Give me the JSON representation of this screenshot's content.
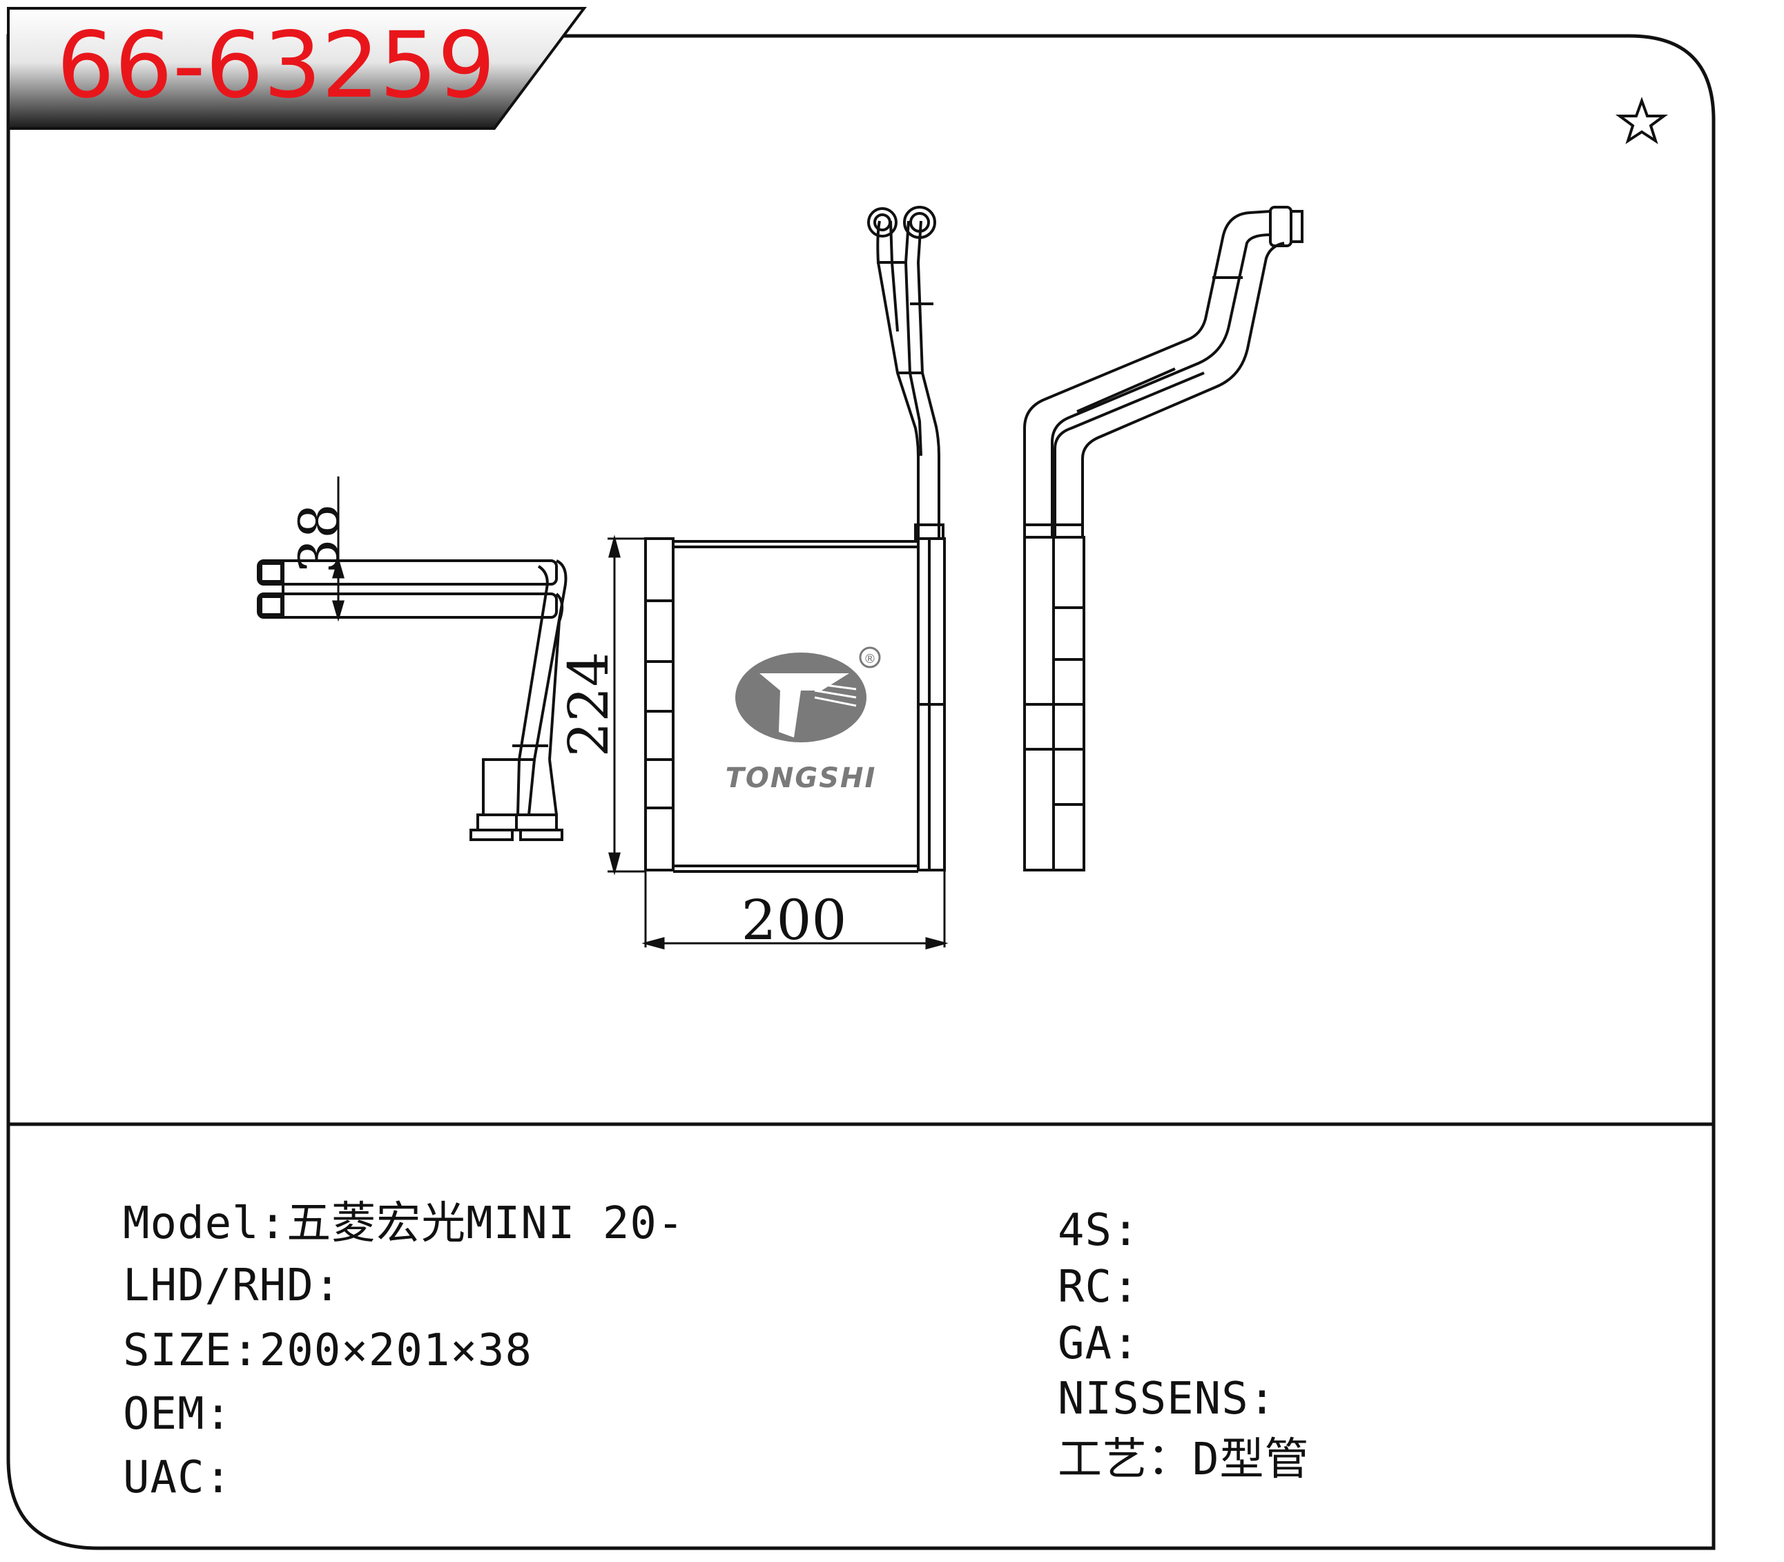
{
  "part_number": "66-63259",
  "logo_text": "TONGSHI",
  "registered_mark": "®",
  "star_icon": "star-outline-icon",
  "dimensions": {
    "thickness": "38",
    "height": "224",
    "width": "200"
  },
  "specs_left": [
    {
      "key": "Model",
      "sep": ":",
      "value": "五菱宏光MINI 20-"
    },
    {
      "key": "LHD/RHD",
      "sep": ":",
      "value": ""
    },
    {
      "key": "SIZE",
      "sep": ":",
      "value": "200×201×38"
    },
    {
      "key": "OEM",
      "sep": ":",
      "value": ""
    },
    {
      "key": "UAC",
      "sep": ":",
      "value": ""
    }
  ],
  "specs_right": [
    {
      "key": "4S",
      "sep": ":",
      "value": ""
    },
    {
      "key": "RC",
      "sep": ":",
      "value": ""
    },
    {
      "key": "GA",
      "sep": ":",
      "value": ""
    },
    {
      "key": "NISSENS",
      "sep": ":",
      "value": ""
    },
    {
      "key": "工艺",
      "sep": "：",
      "value": "D型管"
    }
  ],
  "colors": {
    "part_number_red": "#e8161b",
    "line": "#111111",
    "logo_gray": "#7a7a7a"
  }
}
